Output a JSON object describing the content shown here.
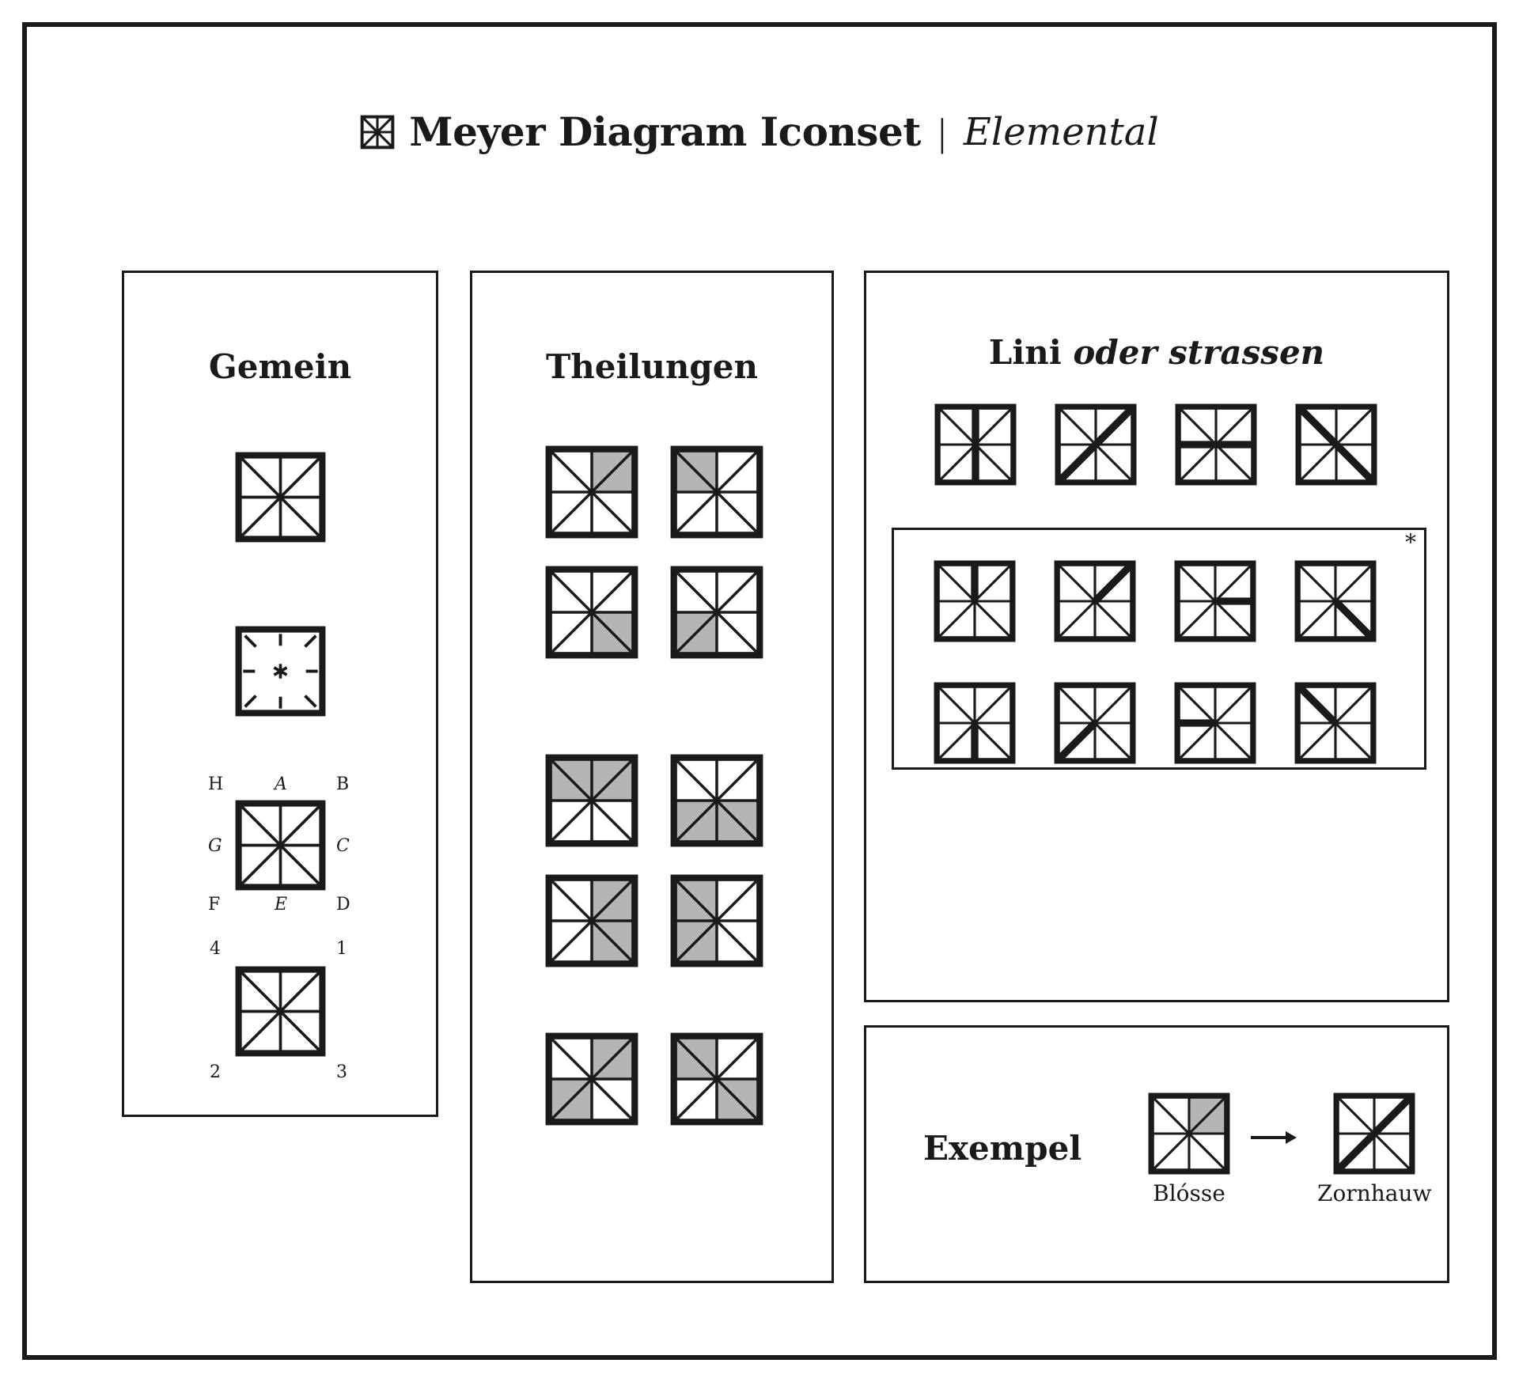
{
  "title": {
    "mark_icon": "meyer-square-mark-icon",
    "main": "Meyer Diagram Iconset",
    "separator": "|",
    "subtitle": "Elemental"
  },
  "colors": {
    "ink": "#1a1a1a",
    "paper": "#ffffff",
    "shade": "#b5b5b5",
    "hairline": "#1a1a1a"
  },
  "panels": {
    "gemein": {
      "heading": "Gemein",
      "icons": [
        {
          "name": "plain-eightfold-square",
          "variant": "plain"
        },
        {
          "name": "ticked-square-with-asterisk",
          "variant": "ticks",
          "center_glyph": "*"
        },
        {
          "name": "letter-labelled-square",
          "variant": "plain",
          "labels": {
            "top_left": "H",
            "top_center": "A",
            "top_right": "B",
            "mid_left": "G",
            "mid_right": "C",
            "bottom_left": "F",
            "bottom_center": "E",
            "bottom_right": "D"
          }
        },
        {
          "name": "number-labelled-square",
          "variant": "plain",
          "labels": {
            "top_left": "4",
            "top_right": "1",
            "bottom_left": "2",
            "bottom_right": "3"
          }
        }
      ]
    },
    "theilungen": {
      "heading": "Theilungen",
      "groups": [
        {
          "name": "quarter-shades-upper",
          "icons": [
            {
              "name": "shade-upper-right-quadrant",
              "shade": [
                "q-tr"
              ]
            },
            {
              "name": "shade-upper-left-quadrant",
              "shade": [
                "q-tl"
              ]
            }
          ]
        },
        {
          "name": "quarter-shades-lower",
          "icons": [
            {
              "name": "shade-lower-right-quadrant",
              "shade": [
                "q-br"
              ]
            },
            {
              "name": "shade-lower-left-quadrant",
              "shade": [
                "q-bl"
              ]
            }
          ]
        },
        {
          "name": "half-shades-horizontal",
          "icons": [
            {
              "name": "shade-upper-half",
              "shade": [
                "q-tl",
                "q-tr"
              ]
            },
            {
              "name": "shade-lower-half",
              "shade": [
                "q-bl",
                "q-br"
              ]
            }
          ]
        },
        {
          "name": "half-shades-vertical",
          "icons": [
            {
              "name": "shade-right-half",
              "shade": [
                "q-tr",
                "q-br"
              ]
            },
            {
              "name": "shade-left-half",
              "shade": [
                "q-tl",
                "q-bl"
              ]
            }
          ]
        },
        {
          "name": "diagonal-shades",
          "icons": [
            {
              "name": "shade-diagonal-tr-bl",
              "shade": [
                "q-tr",
                "q-bl"
              ]
            },
            {
              "name": "shade-diagonal-tl-br",
              "shade": [
                "q-tl",
                "q-br"
              ]
            }
          ]
        }
      ]
    },
    "lini": {
      "heading_plain": "Lini",
      "heading_italic": "oder strassen",
      "full_lines": [
        {
          "name": "bold-vertical-line",
          "stroke": "vertical"
        },
        {
          "name": "bold-antidiagonal-line",
          "stroke": "antidiagonal"
        },
        {
          "name": "bold-horizontal-line",
          "stroke": "horizontal"
        },
        {
          "name": "bold-maindiagonal-line",
          "stroke": "maindiagonal"
        }
      ],
      "inner_box": {
        "footnote_marker": "*",
        "rows": [
          [
            {
              "name": "half-stroke-up",
              "ray": "up"
            },
            {
              "name": "half-stroke-up-right",
              "ray": "up-right"
            },
            {
              "name": "half-stroke-right",
              "ray": "right"
            },
            {
              "name": "half-stroke-down-right",
              "ray": "down-right"
            }
          ],
          [
            {
              "name": "half-stroke-down",
              "ray": "down"
            },
            {
              "name": "half-stroke-down-left",
              "ray": "down-left"
            },
            {
              "name": "half-stroke-left",
              "ray": "left"
            },
            {
              "name": "half-stroke-up-left",
              "ray": "up-left"
            }
          ]
        ]
      }
    },
    "exempel": {
      "heading": "Exempel",
      "arrow_icon": "right-arrow-icon",
      "steps": [
        {
          "name": "blosse-example",
          "caption": "Blósse",
          "shade": [
            "q-tr"
          ],
          "stroke": null
        },
        {
          "name": "zornhauw-example",
          "caption": "Zornhauw",
          "shade": [],
          "stroke": "antidiagonal"
        }
      ]
    }
  }
}
